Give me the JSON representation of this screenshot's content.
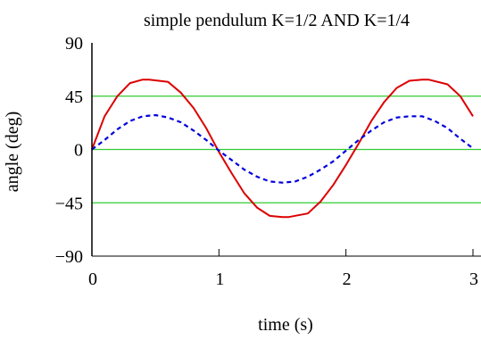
{
  "chart_data": {
    "type": "line",
    "title": "simple pendulum K=1/2 AND K=1/4",
    "xlabel": "time (s)",
    "ylabel": "angle (deg)",
    "xlim": [
      0,
      3
    ],
    "ylim": [
      -90,
      90
    ],
    "x_ticks": [
      0,
      1,
      2,
      3
    ],
    "x_tick_labels": [
      "0",
      "1",
      "2",
      "3"
    ],
    "y_ticks": [
      90,
      45,
      0,
      -45,
      -90
    ],
    "y_tick_labels": [
      "90",
      "45",
      "0",
      "−45",
      "−90"
    ],
    "grid": true,
    "grid_values_y": [
      45,
      0,
      -45
    ],
    "grid_color": "#33cc33",
    "series": [
      {
        "color": "#dd0000",
        "style": "solid",
        "x": [
          0,
          0.1,
          0.2,
          0.3,
          0.4,
          0.45,
          0.6,
          0.7,
          0.8,
          0.9,
          1.0,
          1.1,
          1.2,
          1.3,
          1.4,
          1.5,
          1.55,
          1.7,
          1.8,
          1.9,
          2.0,
          2.1,
          2.2,
          2.3,
          2.4,
          2.5,
          2.6,
          2.65,
          2.8,
          2.9,
          3.0
        ],
        "y": [
          0,
          28,
          45,
          56,
          59,
          59,
          57,
          48,
          35,
          18,
          -2,
          -20,
          -37,
          -49,
          -56,
          -57,
          -57,
          -54,
          -44,
          -30,
          -13,
          5,
          24,
          40,
          52,
          58,
          59,
          59,
          55,
          45,
          28
        ]
      },
      {
        "color": "#0000dd",
        "style": "dashed",
        "x": [
          0,
          0.1,
          0.2,
          0.3,
          0.4,
          0.5,
          0.6,
          0.7,
          0.8,
          0.9,
          1.0,
          1.1,
          1.2,
          1.3,
          1.4,
          1.5,
          1.6,
          1.7,
          1.8,
          1.9,
          2.0,
          2.1,
          2.2,
          2.3,
          2.4,
          2.5,
          2.6,
          2.7,
          2.8,
          2.9,
          3.0
        ],
        "y": [
          0,
          8,
          17,
          24,
          28,
          29,
          27,
          23,
          16,
          8,
          -1,
          -9,
          -17,
          -23,
          -27,
          -28,
          -27,
          -23,
          -17,
          -10,
          -1,
          8,
          16,
          23,
          27,
          28,
          28,
          24,
          18,
          9,
          1
        ]
      }
    ]
  }
}
